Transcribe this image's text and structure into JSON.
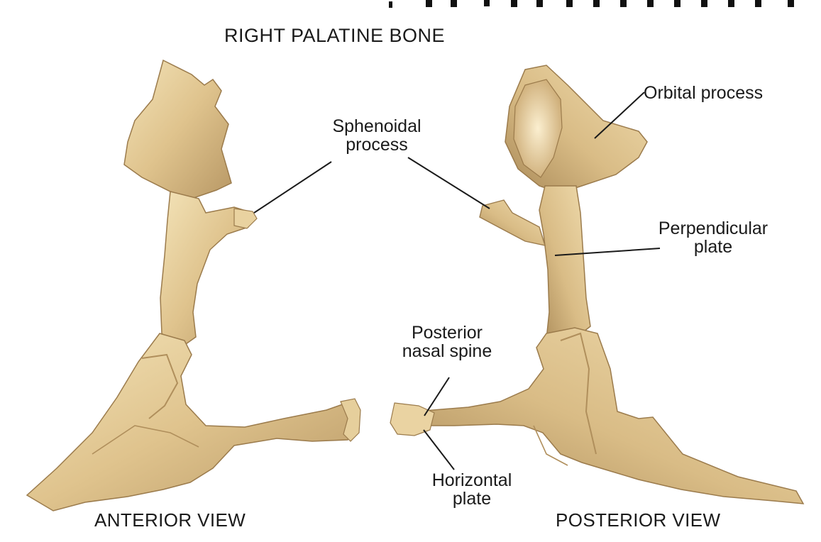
{
  "title": "RIGHT PALATINE BONE",
  "views": {
    "anterior": "ANTERIOR VIEW",
    "posterior": "POSTERIOR VIEW"
  },
  "labels": {
    "sphenoidal_process": [
      "Sphenoidal",
      "process"
    ],
    "orbital_process": "Orbital process",
    "perpendicular_plate": [
      "Perpendicular",
      "plate"
    ],
    "posterior_nasal_spine": [
      "Posterior",
      "nasal spine"
    ],
    "horizontal_plate": [
      "Horizontal",
      "plate"
    ]
  },
  "colors": {
    "bone_light": "#f1dfb0",
    "bone_mid": "#dcc08a",
    "bone_shadow": "#a88856",
    "leader_line": "#1a1a1a"
  }
}
